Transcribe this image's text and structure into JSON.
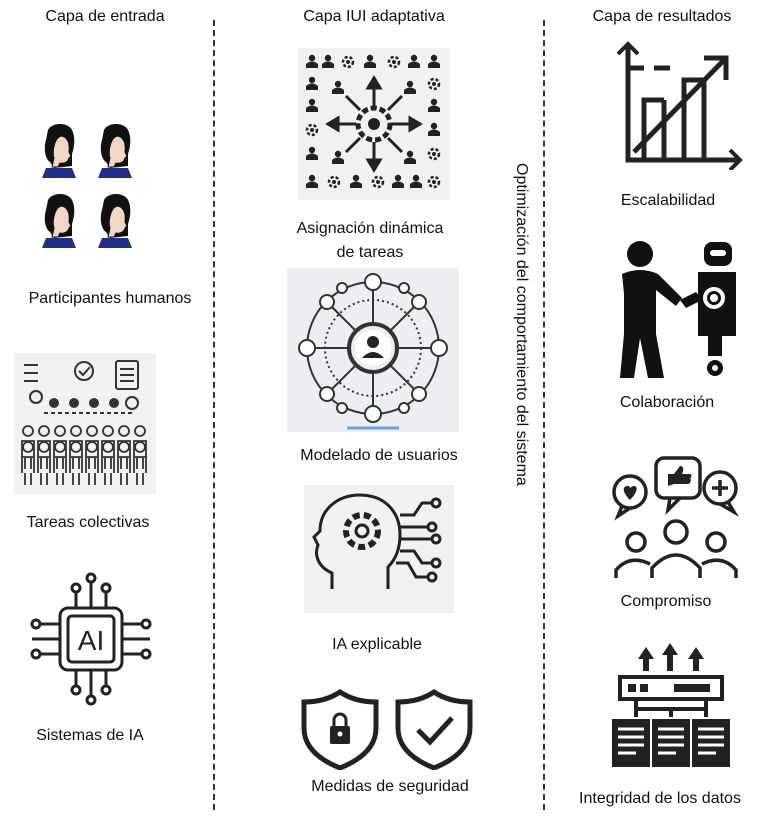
{
  "columns": {
    "input": {
      "title": "Capa de entrada",
      "items": [
        "Participantes humanos",
        "Tareas colectivas",
        "Sistemas de IA"
      ]
    },
    "adaptive": {
      "title": "Capa IUI adaptativa",
      "items": [
        "Asignación dinámica",
        "de tareas",
        "Modelado de usuarios",
        "IA explicable",
        "Medidas de seguridad"
      ]
    },
    "results": {
      "title": "Capa de resultados",
      "items": [
        "Escalabilidad",
        "Colaboración",
        "Compromiso",
        "Integridad de los datos"
      ]
    }
  },
  "vertical_label": "Optimización del comportamiento del sistema",
  "ai_chip_text": "AI",
  "icons": {
    "input": [
      "human-heads-icon",
      "collective-tasks-icon",
      "ai-chip-icon"
    ],
    "adaptive": [
      "task-allocation-icon",
      "user-modeling-icon",
      "explainable-ai-icon",
      "security-shields-icon"
    ],
    "results": [
      "scalability-chart-icon",
      "collaboration-handshake-icon",
      "engagement-group-icon",
      "data-integrity-icon"
    ]
  }
}
